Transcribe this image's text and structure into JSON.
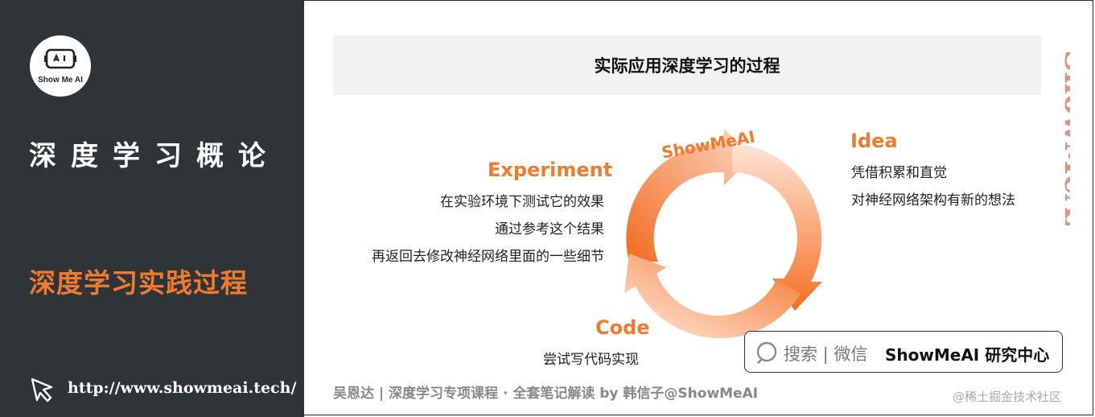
{
  "sidebar": {
    "logo_text": "Show Me AI",
    "title": "深度学习概论",
    "subtitle": "深度学习实践过程",
    "url": "http://www.showmeai.tech/"
  },
  "main": {
    "header_title": "实际应用深度学习的过程",
    "watermark": "ShowMeAI",
    "cycle_label": "ShowMeAI",
    "experiment": {
      "title": "Experiment",
      "lines": [
        "在实验环境下测试它的效果",
        "通过参考这个结果",
        "再返回去修改神经网络里面的一些细节"
      ]
    },
    "idea": {
      "title": "Idea",
      "lines": [
        "凭借积累和直觉",
        "对神经网络架构有新的想法"
      ]
    },
    "code": {
      "title": "Code",
      "line": "尝试写代码实现"
    }
  },
  "search": {
    "left_text": "搜索 | 微信",
    "right_text": "ShowMeAI 研究中心"
  },
  "footer": {
    "credit": "吴恩达 | 深度学习专项课程 · 全套笔记解读  by 韩信子@ShowMeAI",
    "site": "@稀土掘金技术社区"
  },
  "colors": {
    "accent": "#f07a2e",
    "sidebar_bg": "#2f3438",
    "header_bg": "#f2f2f2"
  }
}
